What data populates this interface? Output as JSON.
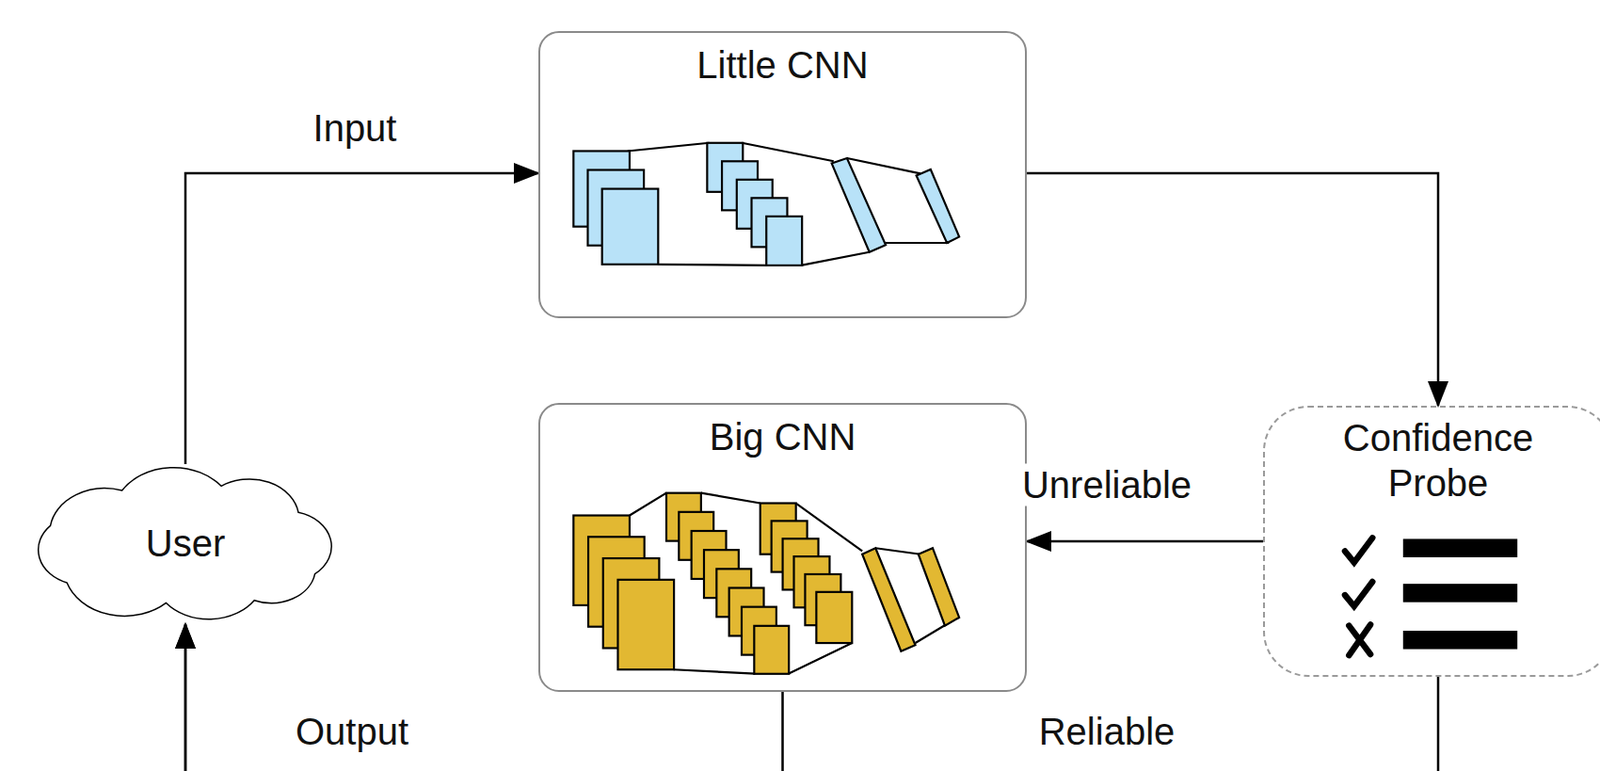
{
  "diagram": {
    "nodes": [
      {
        "text": [
          "Little CNN"
        ]
      },
      {
        "text": [
          "Big CNN"
        ]
      },
      {
        "text": [
          "Confidence Probe"
        ]
      },
      {
        "text": [
          "User"
        ]
      }
    ],
    "edges": [
      {
        "from": 3,
        "to": 0,
        "arrow": "to",
        "label": "Input"
      },
      {
        "from": 0,
        "to": 2,
        "arrow": "to"
      },
      {
        "from": 2,
        "to": 1,
        "arrow": "to",
        "label": "Unreliable"
      },
      {
        "from": 1,
        "to": 3,
        "arrow": "to",
        "label": "Output"
      },
      {
        "from": 2,
        "to": 3,
        "arrow": "to",
        "label": "Reliable"
      }
    ]
  }
}
